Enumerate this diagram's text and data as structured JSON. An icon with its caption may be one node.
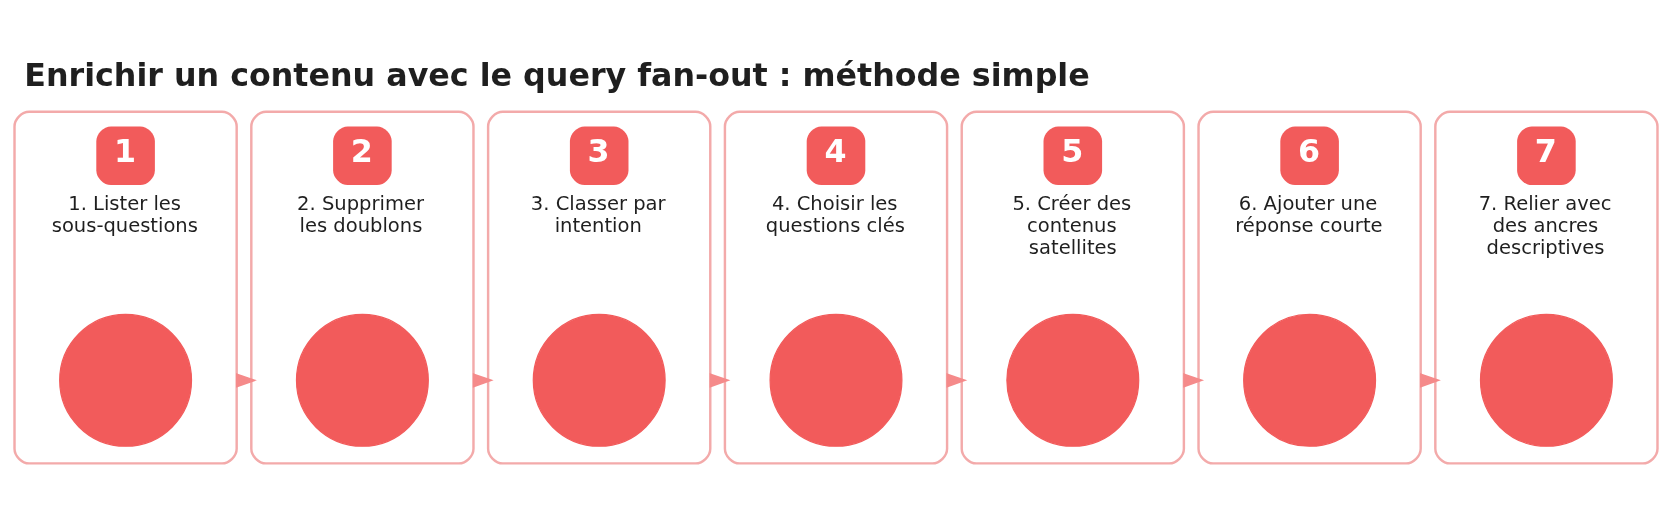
{
  "diagram": {
    "title": "Enrichir un contenu avec le query fan-out : méthode simple",
    "nodes": [
      {
        "text": [
          "1",
          "1. Lister les sous-questions"
        ]
      },
      {
        "text": [],
        "shape": "circle",
        "in": 0
      },
      {
        "text": [
          "2",
          "2. Supprimer les doublons"
        ]
      },
      {
        "text": [],
        "shape": "circle",
        "in": 2
      },
      {
        "text": [
          "3",
          "3. Classer par intention"
        ]
      },
      {
        "text": [],
        "shape": "circle",
        "in": 4
      },
      {
        "text": [
          "4",
          "4. Choisir les questions clés"
        ]
      },
      {
        "text": [],
        "shape": "circle",
        "in": 6
      },
      {
        "text": [
          "5",
          "5. Créer des contenus satellites"
        ]
      },
      {
        "text": [],
        "shape": "circle",
        "in": 8
      },
      {
        "text": [
          "6",
          "6. Ajouter une réponse courte"
        ]
      },
      {
        "text": [],
        "shape": "circle",
        "in": 10
      },
      {
        "text": [
          "7",
          "7. Relier avec des ancres descriptives"
        ]
      },
      {
        "text": [],
        "shape": "circle",
        "in": 12
      }
    ],
    "edges": [
      {
        "from": 0,
        "to": 2,
        "arrow": "to"
      },
      {
        "from": 2,
        "to": 4,
        "arrow": "to"
      },
      {
        "from": 4,
        "to": 6,
        "arrow": "to"
      },
      {
        "from": 6,
        "to": 8,
        "arrow": "to"
      },
      {
        "from": 8,
        "to": 10,
        "arrow": "to"
      },
      {
        "from": 10,
        "to": 12,
        "arrow": "to"
      }
    ]
  }
}
